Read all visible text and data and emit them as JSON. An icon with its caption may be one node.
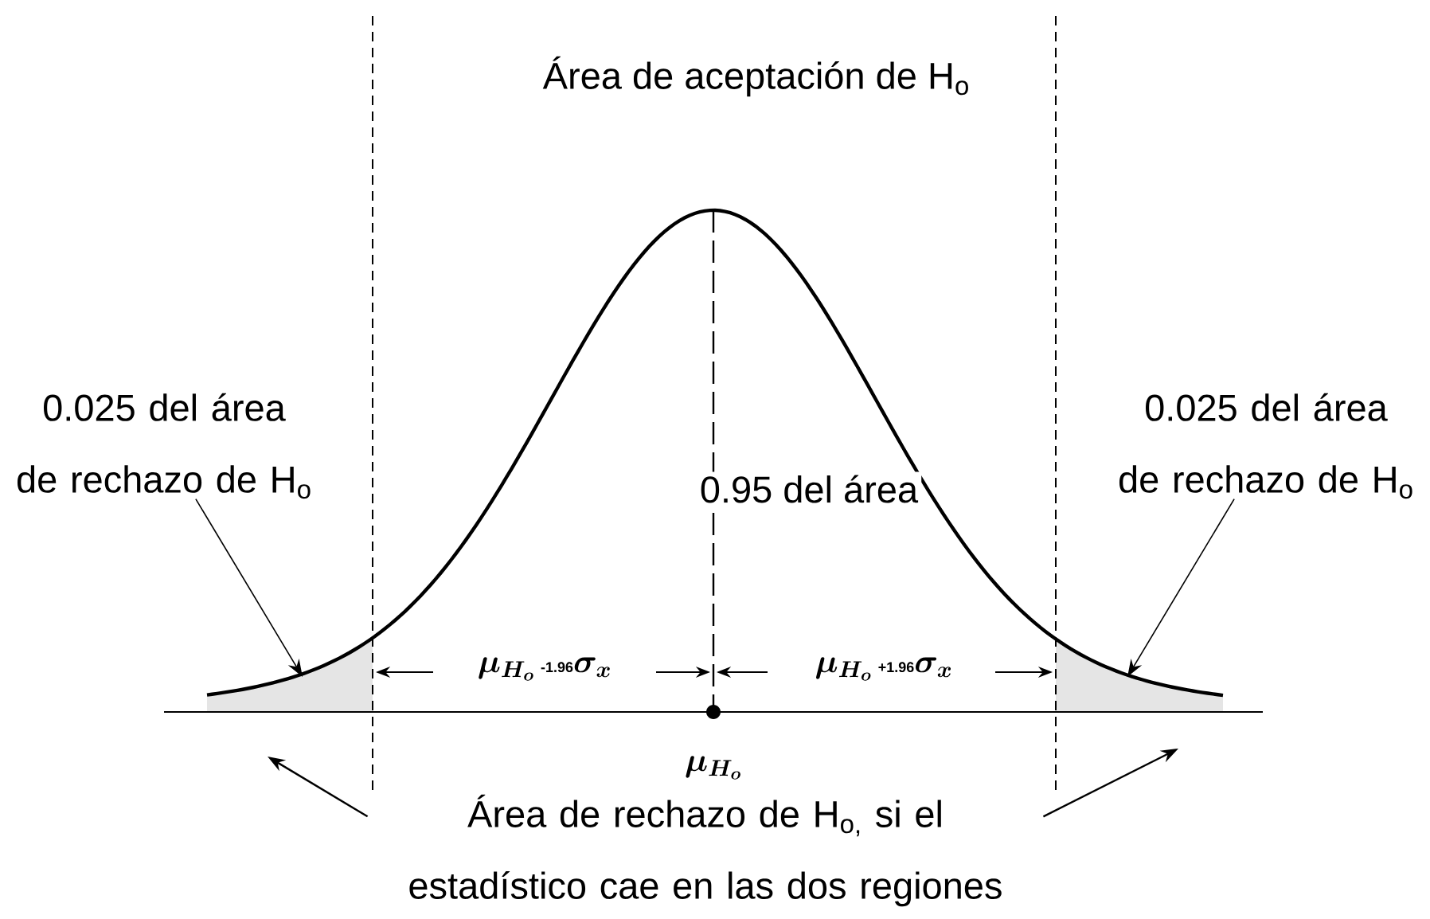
{
  "diagram": {
    "title": "Área de aceptación de H$_{o}$",
    "nodes": [
      {
        "text": [
          "0.025 del área de rechazo de H$_{o}$"
        ]
      },
      {
        "text": [
          "0.025 del área de rechazo de H$_{o}$"
        ]
      },
      {
        "text": [
          "Área de rechazo de H$_{o,}$ si el estadístico cae en las dos regiones"
        ]
      }
    ],
    "edges": [
      {
        "from": 0,
        "to": null,
        "arrow": "to"
      },
      {
        "from": 1,
        "to": null,
        "arrow": "to"
      },
      {
        "from": 2,
        "to": null,
        "arrow": "to"
      },
      {
        "from": 2,
        "to": null,
        "arrow": "to"
      }
    ],
    "labels": [
      "0.95 del área",
      "\\boldsymbol{\\mu_{H_o}}\\,\\text{\\small\\bfseries -1.96}\\boldsymbol{\\sigma_x}",
      "\\boldsymbol{\\mu_{H_o}}\\,\\text{\\small\\bfseries +1.96}\\boldsymbol{\\sigma_x}",
      "\\boldsymbol{\\mu_{H_o}}"
    ]
  }
}
